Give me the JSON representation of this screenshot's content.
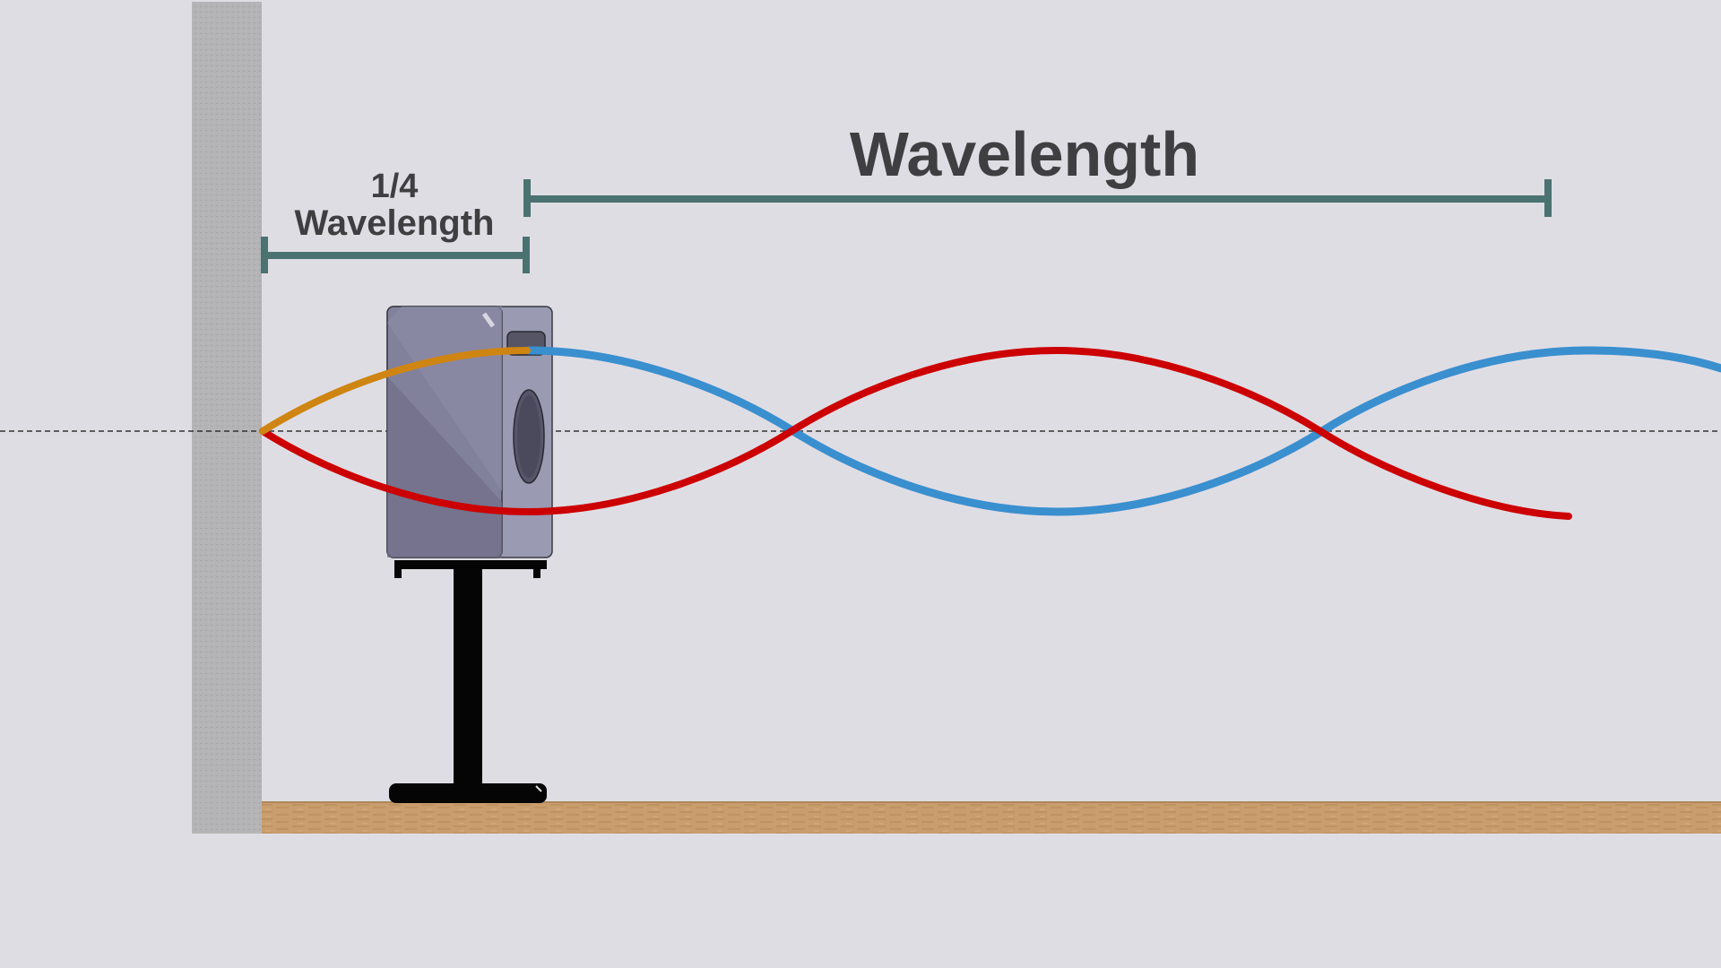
{
  "labels": {
    "quarter_line1": "1/4",
    "quarter_line2": "Wavelength",
    "wavelength": "Wavelength"
  },
  "colors": {
    "background": "#dfdde4",
    "wall": "#b2b2b4",
    "floor": "#c79a6a",
    "dimension": "#4a7270",
    "wave_incident": "#3a8fcf",
    "wave_reflected": "#cc0000",
    "wave_near_segment": "#cf8512",
    "speaker_body": "#8a8aa2",
    "speaker_stand": "#050505"
  },
  "icons": [
    "speaker-icon",
    "speaker-stand-icon"
  ]
}
